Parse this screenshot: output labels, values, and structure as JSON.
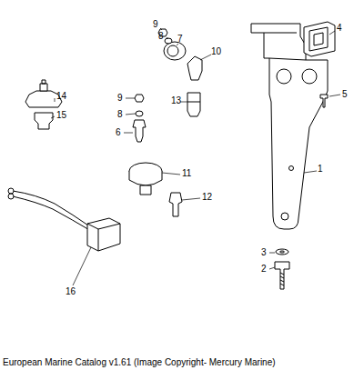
{
  "diagram": {
    "caption": "European Marine Catalog v1.61 (Image Copyright- Mercury Marine)",
    "labels": [
      "9",
      "8",
      "7",
      "10",
      "4",
      "5",
      "1",
      "14",
      "15",
      "9",
      "8",
      "6",
      "13",
      "11",
      "12",
      "3",
      "2",
      "16"
    ]
  }
}
